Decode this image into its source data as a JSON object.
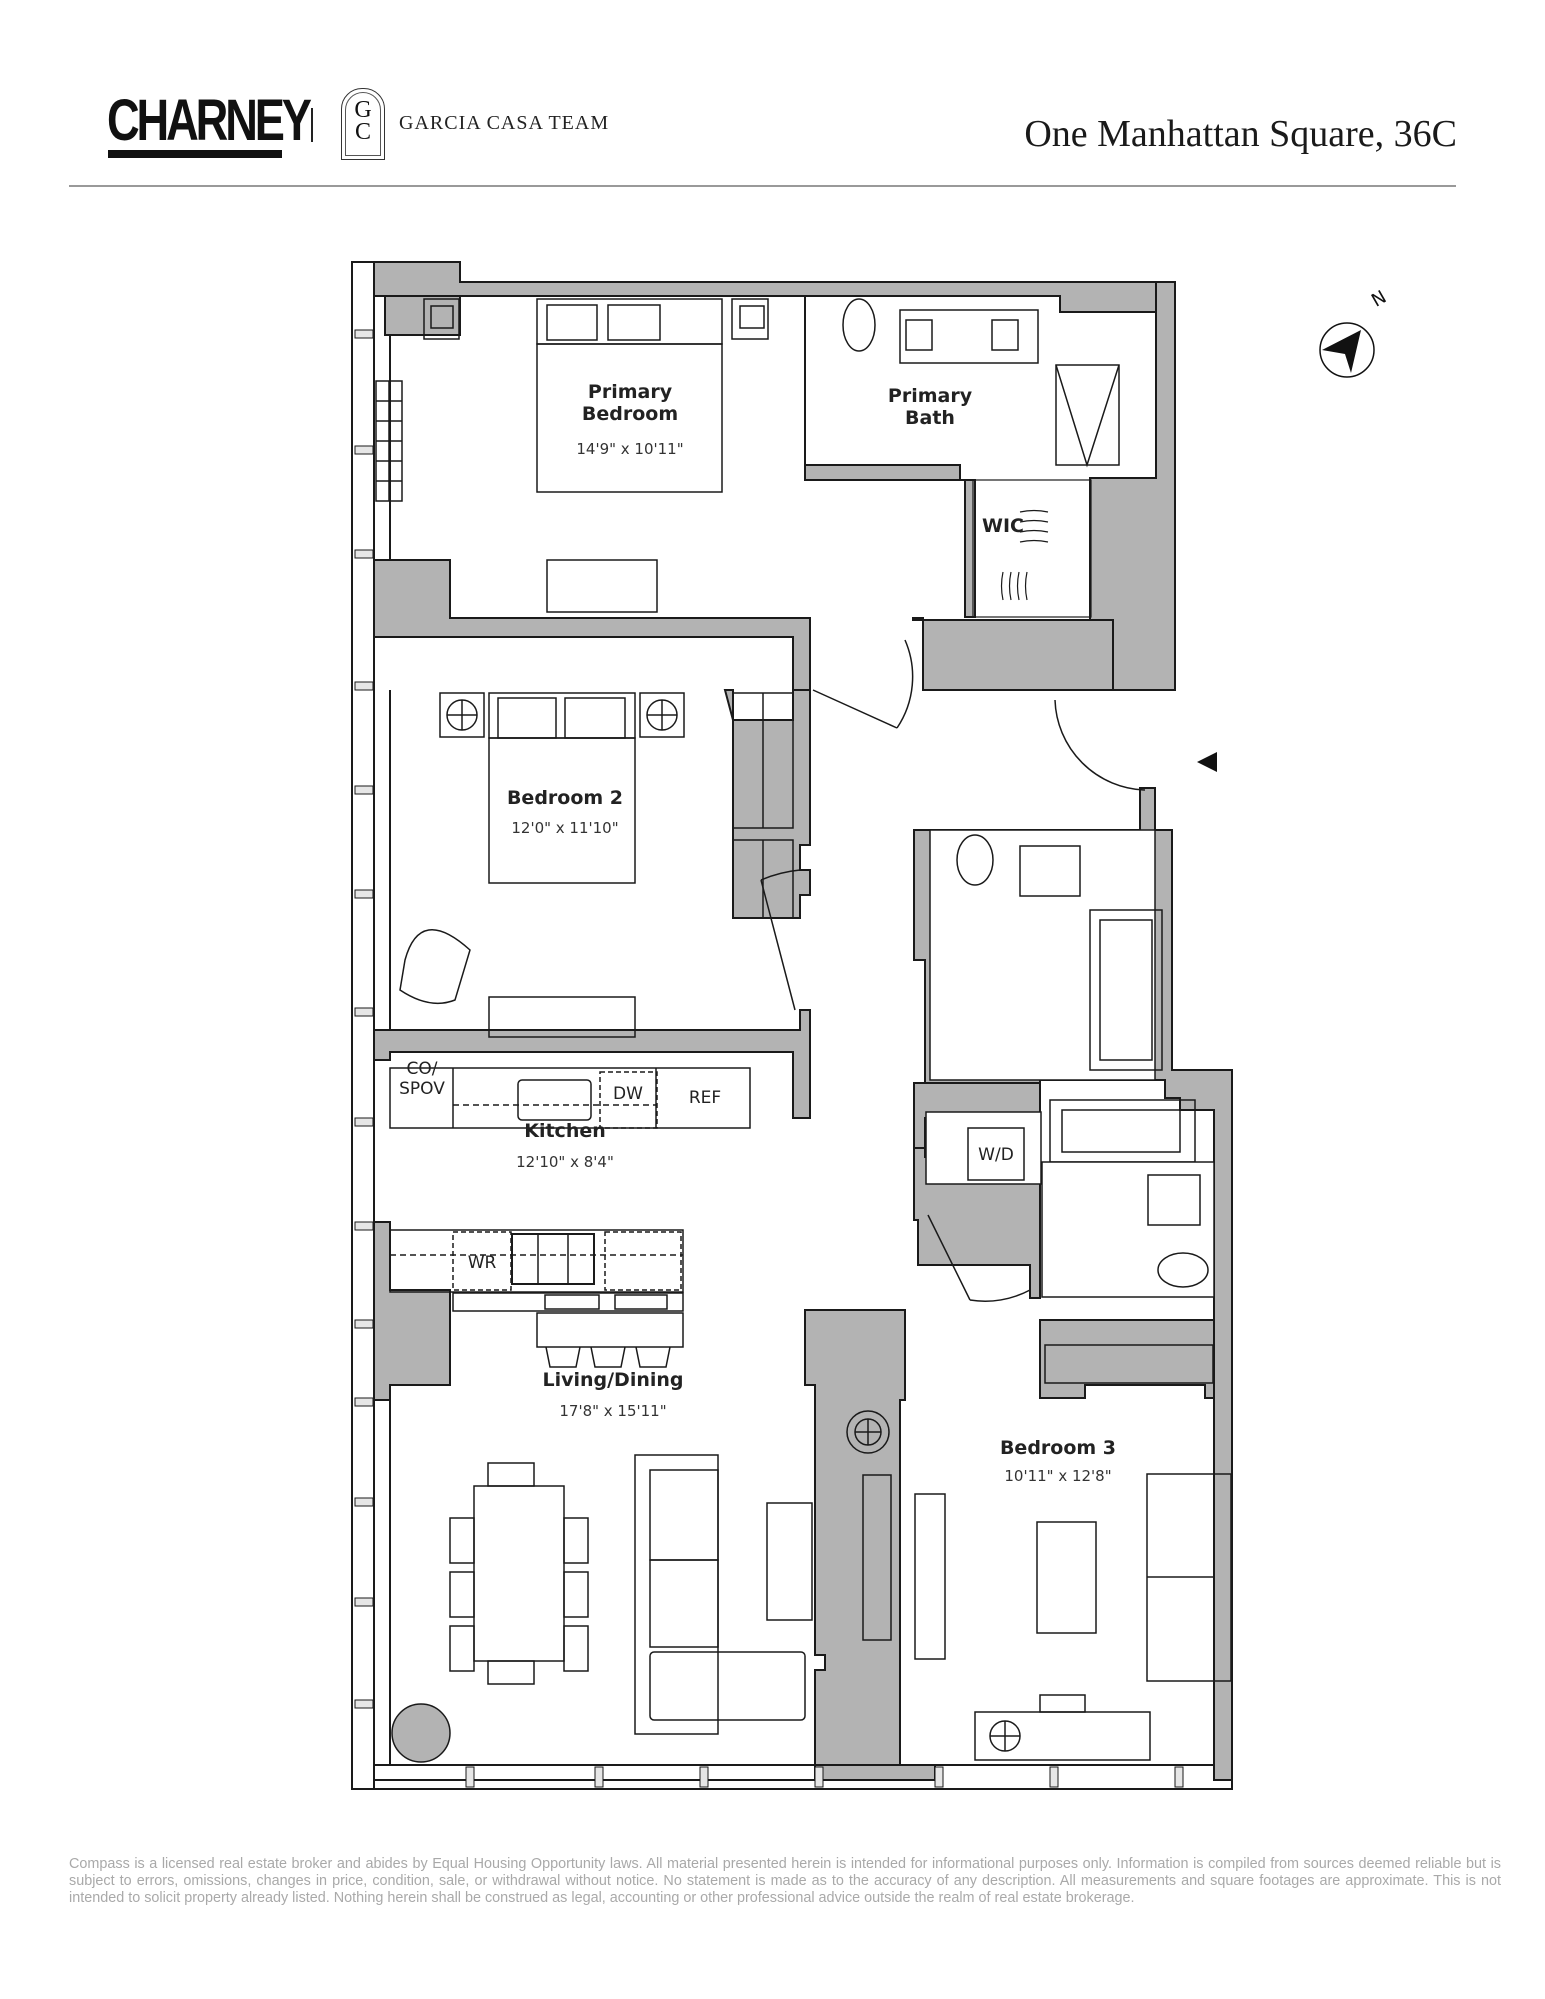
{
  "header": {
    "brand_primary": "CHARNEY",
    "brand_monogram": "G C",
    "brand_secondary": "GARCIA CASA TEAM",
    "unit_title": "One Manhattan Square, 36C"
  },
  "compass": {
    "label": "N",
    "icon": "north-arrow-icon"
  },
  "entry_marker": {
    "icon": "entry-triangle-icon"
  },
  "rooms": [
    {
      "name": "Primary\nBedroom",
      "line1": "Primary",
      "line2": "Bedroom",
      "dimensions": "14'9\" x 10'11\""
    },
    {
      "name": "Primary Bath",
      "line1": "Primary",
      "line2": "Bath",
      "dimensions": ""
    },
    {
      "name": "WIC",
      "line1": "WIC",
      "dimensions": ""
    },
    {
      "name": "Bedroom 2",
      "line1": "Bedroom 2",
      "dimensions": "12'0\" x 11'10\""
    },
    {
      "name": "Kitchen",
      "line1": "Kitchen",
      "dimensions": "12'10\" x 8'4\""
    },
    {
      "name": "Living/Dining",
      "line1": "Living/Dining",
      "dimensions": "17'8\" x 15'11\""
    },
    {
      "name": "Bedroom 3",
      "line1": "Bedroom 3",
      "dimensions": "10'11\" x 12'8\""
    }
  ],
  "fixtures": {
    "co_spov_line1": "CO/",
    "co_spov_line2": "SPOV",
    "dishwasher": "DW",
    "refrigerator": "REF",
    "wine_refrigerator": "WR",
    "washer_dryer": "W/D"
  },
  "colors": {
    "wall_fill": "#b3b3b3",
    "line": "#1a1a1a",
    "disclaimer_text": "#a9a9a9",
    "rule": "#999999"
  },
  "footer": {
    "disclaimer": "Compass is a licensed real estate broker and abides by Equal Housing Opportunity laws. All material presented herein is intended for informational purposes only. Information is compiled from sources deemed reliable but is subject to errors, omissions, changes in price, condition, sale, or withdrawal without notice. No statement is made as to the accuracy of any description. All measurements and square footages are approximate. This is not intended to solicit property already listed. Nothing herein shall be construed as legal, accounting or other professional advice outside the realm of real estate brokerage."
  }
}
